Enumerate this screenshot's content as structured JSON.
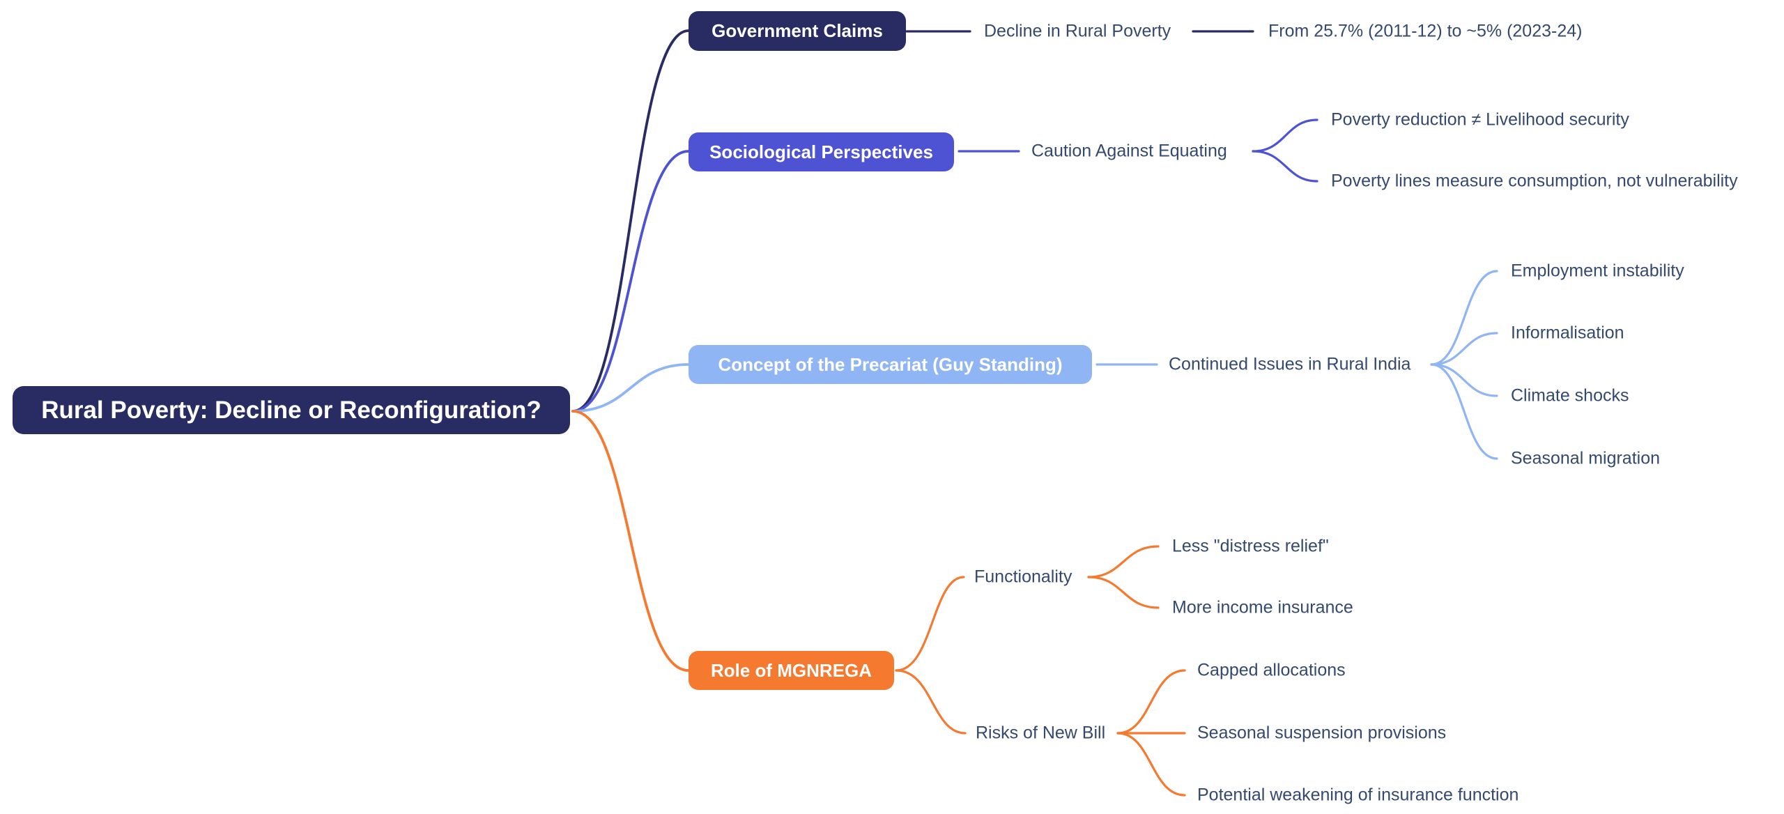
{
  "title": "Rural Poverty mind map",
  "colors": {
    "navy": "#282c62",
    "indigo": "#4e53d3",
    "light_blue": "#8fb5f4",
    "orange": "#f5792e",
    "leaf_text": "#33496e",
    "node_text": "#ffffff",
    "background": "#ffffff"
  },
  "root": {
    "label": "Rural Poverty: Decline or Reconfiguration?"
  },
  "branches": [
    {
      "label": "Government Claims",
      "color": "#282c62",
      "children": [
        {
          "label": "Decline in Rural Poverty",
          "children": [
            {
              "label": "From 25.7% (2011-12) to ~5% (2023-24)"
            }
          ]
        }
      ]
    },
    {
      "label": "Sociological Perspectives",
      "color": "#4e53d3",
      "children": [
        {
          "label": "Caution Against Equating",
          "children": [
            {
              "label": "Poverty reduction ≠ Livelihood security"
            },
            {
              "label": "Poverty lines measure consumption, not vulnerability"
            }
          ]
        }
      ]
    },
    {
      "label": "Concept of the Precariat (Guy Standing)",
      "color": "#8fb5f4",
      "children": [
        {
          "label": "Continued Issues in Rural India",
          "children": [
            {
              "label": "Employment instability"
            },
            {
              "label": "Informalisation"
            },
            {
              "label": "Climate shocks"
            },
            {
              "label": "Seasonal migration"
            }
          ]
        }
      ]
    },
    {
      "label": "Role of MGNREGA",
      "color": "#f5792e",
      "children": [
        {
          "label": "Functionality",
          "children": [
            {
              "label": "Less \"distress relief\""
            },
            {
              "label": "More income insurance"
            }
          ]
        },
        {
          "label": "Risks of New Bill",
          "children": [
            {
              "label": "Capped allocations"
            },
            {
              "label": "Seasonal suspension provisions"
            },
            {
              "label": "Potential weakening of insurance function"
            }
          ]
        }
      ]
    }
  ]
}
